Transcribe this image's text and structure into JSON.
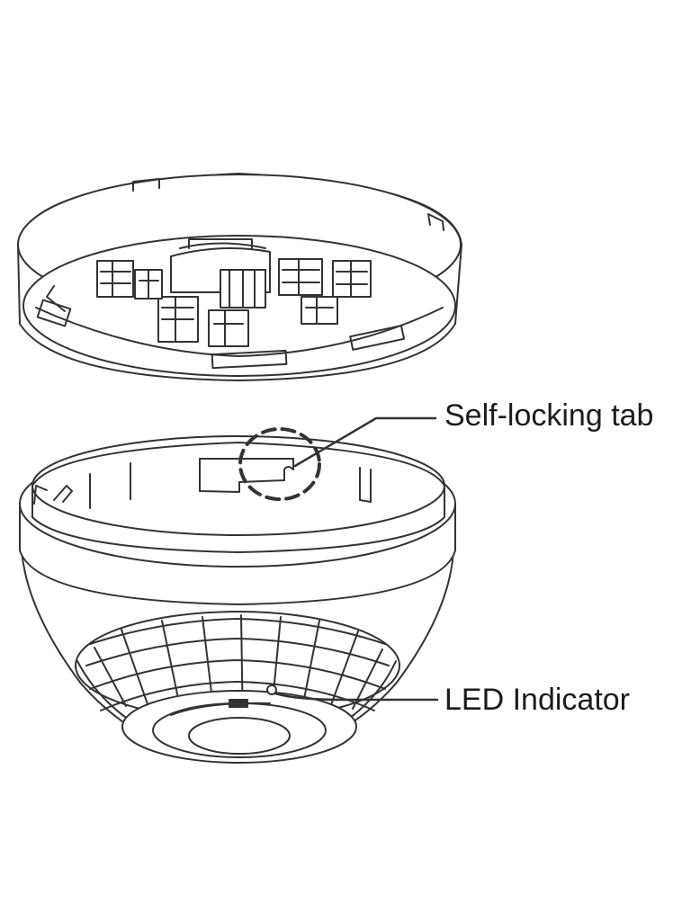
{
  "diagram": {
    "callouts": [
      {
        "id": "self-locking-tab",
        "label": "Self-locking tab"
      },
      {
        "id": "led-indicator",
        "label": "LED Indicator"
      }
    ]
  },
  "colors": {
    "line": "#333333",
    "fill": "#ffffff",
    "text": "#1c1c1c"
  }
}
